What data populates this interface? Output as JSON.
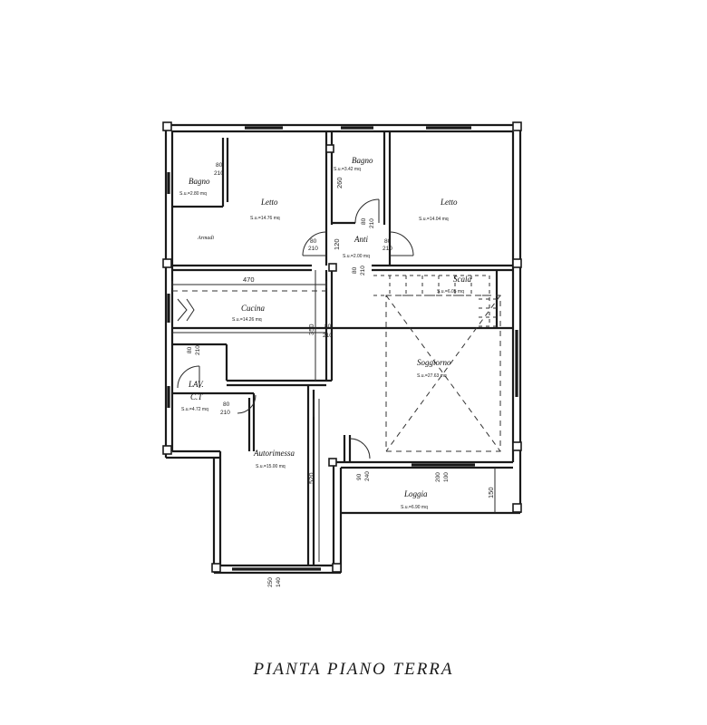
{
  "title": "PIANTA PIANO TERRA",
  "rooms": {
    "bagno_left": {
      "name": "Bagno",
      "area": "S.u.=2.80 mq"
    },
    "letto_left": {
      "name": "Letto",
      "area": "S.u.=14.76 mq",
      "note": "Armadi"
    },
    "bagno_top": {
      "name": "Bagno",
      "area": "S.u.=3.42 mq"
    },
    "anti": {
      "name": "Anti",
      "area": "S.u.=2.00 mq"
    },
    "letto_right": {
      "name": "Letto",
      "area": "S.u.=14.04 mq"
    },
    "scala": {
      "name": "Scala",
      "area": "S.u.=6.05 mq"
    },
    "cucina": {
      "name": "Cucina",
      "area": "S.u.=14.26 mq"
    },
    "soggiorno": {
      "name": "Soggiorno",
      "area": "S.u.=27.63 mq"
    },
    "lav": {
      "name": "LAV.",
      "name2": "C.T",
      "area": "S.u.=4.72 mq"
    },
    "autorimessa": {
      "name": "Autorimessa",
      "area": "S.u.=15.00 mq"
    },
    "loggia": {
      "name": "Loggia",
      "area": "S.u.=6.90 mq"
    }
  },
  "dimensions": {
    "d470": "470",
    "d350": "350",
    "d520": "520",
    "d150": "150",
    "d260": "260",
    "d120": "120"
  },
  "door_labels": {
    "bagno_left_w": "80",
    "bagno_left_h": "210",
    "bagno_top_w": "80",
    "bagno_top_h": "210",
    "anti_left_w": "80",
    "anti_left_h": "210",
    "anti_right_w": "80",
    "anti_right_h": "210",
    "anti_bottom_w": "80",
    "anti_bottom_h": "210",
    "cucina_w": "80",
    "cucina_h": "210",
    "lav_w": "80",
    "lav_h": "210",
    "ct_w": "80",
    "ct_h": "210",
    "loggia_w": "90",
    "loggia_h": "240",
    "window_w": "200",
    "window_h": "100",
    "garage_w": "250",
    "garage_h": "140"
  }
}
